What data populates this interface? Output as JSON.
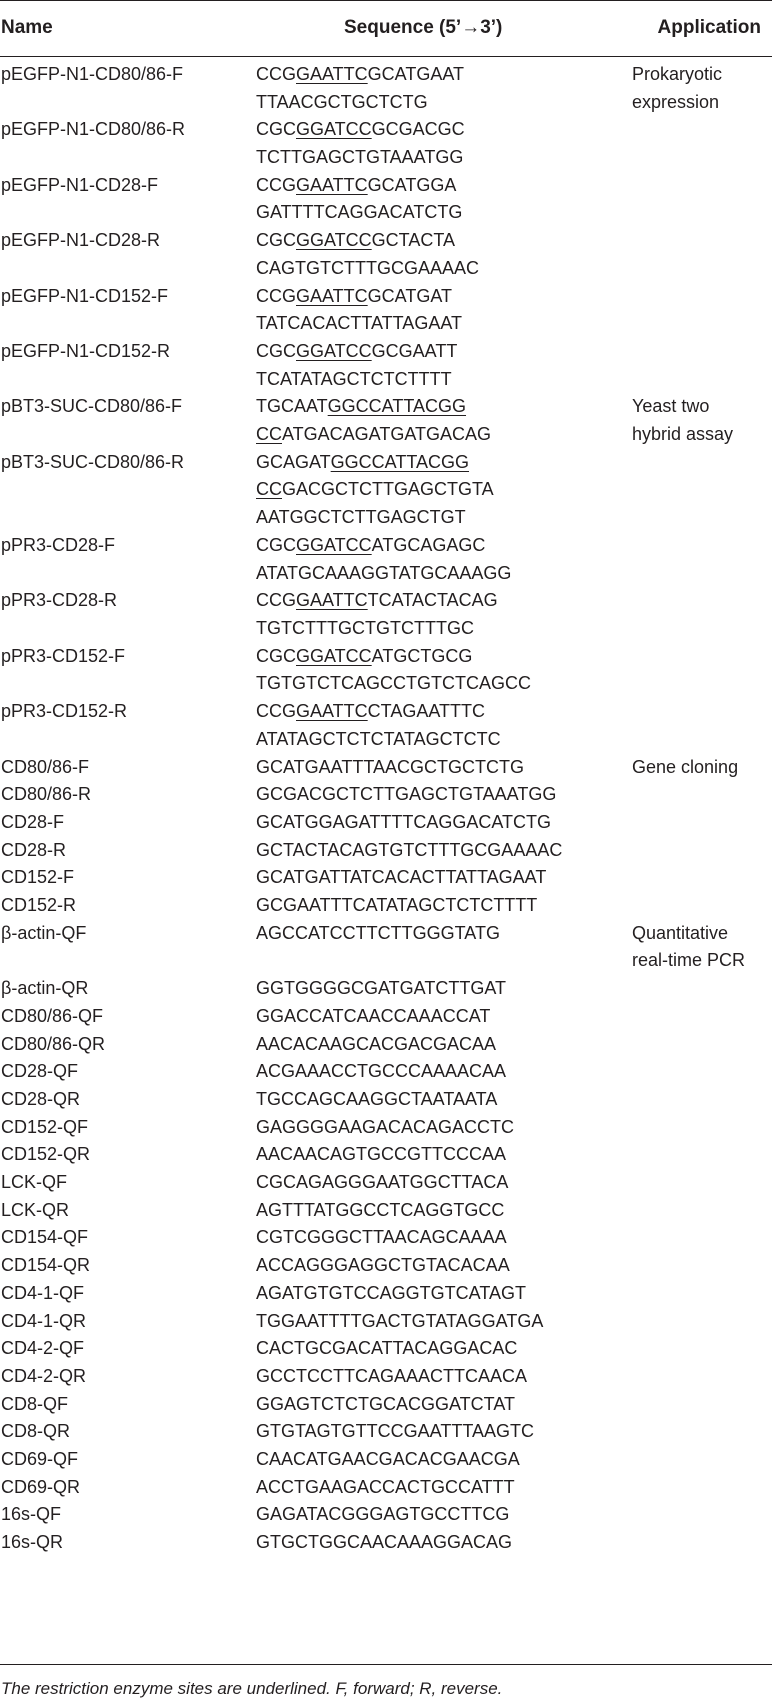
{
  "headers": {
    "name": "Name",
    "sequence": "Sequence (5’→3’)",
    "application": "Application"
  },
  "rows": [
    {
      "name": "pEGFP-N1-CD80/86-F",
      "seq": [
        [
          [
            "CCG",
            0
          ],
          [
            "GAATTC",
            1
          ],
          [
            "GCATGAAT",
            0
          ]
        ],
        [
          [
            "TTAACGCTGCTCTG",
            0
          ]
        ]
      ],
      "app": [
        "Prokaryotic",
        "expression"
      ]
    },
    {
      "name": "pEGFP-N1-CD80/86-R",
      "seq": [
        [
          [
            "CGC",
            0
          ],
          [
            "GGATCC",
            1
          ],
          [
            "GCGACGC",
            0
          ]
        ],
        [
          [
            "TCTTGAGCTGTAAATGG",
            0
          ]
        ]
      ]
    },
    {
      "name": "pEGFP-N1-CD28-F",
      "seq": [
        [
          [
            "CCG",
            0
          ],
          [
            "GAATTC",
            1
          ],
          [
            "GCATGGA",
            0
          ]
        ],
        [
          [
            "GATTTTCAGGACATCTG",
            0
          ]
        ]
      ]
    },
    {
      "name": "pEGFP-N1-CD28-R",
      "seq": [
        [
          [
            "CGC",
            0
          ],
          [
            "GGATCC",
            1
          ],
          [
            "GCTACTA",
            0
          ]
        ],
        [
          [
            "CAGTGTCTTTGCGAAAAC",
            0
          ]
        ]
      ]
    },
    {
      "name": "pEGFP-N1-CD152-F",
      "seq": [
        [
          [
            "CCG",
            0
          ],
          [
            "GAATTC",
            1
          ],
          [
            "GCATGAT",
            0
          ]
        ],
        [
          [
            "TATCACACTTATTAGAAT",
            0
          ]
        ]
      ]
    },
    {
      "name": "pEGFP-N1-CD152-R",
      "seq": [
        [
          [
            "CGC",
            0
          ],
          [
            "GGATCC",
            1
          ],
          [
            "GCGAATT",
            0
          ]
        ],
        [
          [
            "TCATATAGCTCTCTTTT",
            0
          ]
        ]
      ]
    },
    {
      "name": "pBT3-SUC-CD80/86-F",
      "seq": [
        [
          [
            "TGCAAT",
            0
          ],
          [
            "GGCCATTACGG",
            1
          ]
        ],
        [
          [
            "CC",
            1
          ],
          [
            "ATGACAGATGATGACAG",
            0
          ]
        ]
      ],
      "app": [
        "Yeast two",
        "hybrid assay"
      ]
    },
    {
      "name": "pBT3-SUC-CD80/86-R",
      "seq": [
        [
          [
            "GCAGAT",
            0
          ],
          [
            "GGCCATTACGG",
            1
          ]
        ],
        [
          [
            "CC",
            1
          ],
          [
            "GACGCTCTTGAGCTGTA",
            0
          ]
        ],
        [
          [
            "AATGGCTCTTGAGCTGT",
            0
          ]
        ]
      ]
    },
    {
      "name": "pPR3-CD28-F",
      "seq": [
        [
          [
            "CGC",
            0
          ],
          [
            "GGATCC",
            1
          ],
          [
            "ATGCAGAGC",
            0
          ]
        ],
        [
          [
            "ATATGCAAAGGTATGCAAAGG",
            0
          ]
        ]
      ]
    },
    {
      "name": "pPR3-CD28-R",
      "seq": [
        [
          [
            "CCG",
            0
          ],
          [
            "GAATTC",
            1
          ],
          [
            "TCATACTACAG",
            0
          ]
        ],
        [
          [
            "TGTCTTTGCTGTCTTTGC",
            0
          ]
        ]
      ]
    },
    {
      "name": "pPR3-CD152-F",
      "seq": [
        [
          [
            "CGC",
            0
          ],
          [
            "GGATCC",
            1
          ],
          [
            "ATGCTGCG",
            0
          ]
        ],
        [
          [
            "TGTGTCTCAGCCTGTCTCAGCC",
            0
          ]
        ]
      ]
    },
    {
      "name": "pPR3-CD152-R",
      "seq": [
        [
          [
            "CCG",
            0
          ],
          [
            "GAATTC",
            1
          ],
          [
            "CTAGAATTTC",
            0
          ]
        ],
        [
          [
            "ATATAGCTCTCTATAGCTCTC",
            0
          ]
        ]
      ]
    },
    {
      "name": "CD80/86-F",
      "seq": [
        [
          [
            "GCATGAATTTAACGCTGCTCTG",
            0
          ]
        ]
      ],
      "app": [
        "Gene cloning"
      ]
    },
    {
      "name": "CD80/86-R",
      "seq": [
        [
          [
            "GCGACGCTCTTGAGCTGTAAATGG",
            0
          ]
        ]
      ]
    },
    {
      "name": "CD28-F",
      "seq": [
        [
          [
            "GCATGGAGATTTTCAGGACATCTG",
            0
          ]
        ]
      ]
    },
    {
      "name": "CD28-R",
      "seq": [
        [
          [
            "GCTACTACAGTGTCTTTGCGAAAAC",
            0
          ]
        ]
      ]
    },
    {
      "name": "CD152-F",
      "seq": [
        [
          [
            "GCATGATTATCACACTTATTAGAAT",
            0
          ]
        ]
      ]
    },
    {
      "name": "CD152-R",
      "seq": [
        [
          [
            "GCGAATTTCATATAGCTCTCTTTT",
            0
          ]
        ]
      ]
    },
    {
      "name": "β-actin-QF",
      "seq": [
        [
          [
            "AGCCATCCTTCTTGGGTATG",
            0
          ]
        ]
      ],
      "app": [
        "Quantitative",
        "real-time PCR"
      ]
    },
    {
      "name": "β-actin-QR",
      "seq": [
        [
          [
            "GGTGGGGCGATGATCTTGAT",
            0
          ]
        ]
      ]
    },
    {
      "name": "CD80/86-QF",
      "seq": [
        [
          [
            "GGACCATCAACCAAACCAT",
            0
          ]
        ]
      ]
    },
    {
      "name": "CD80/86-QR",
      "seq": [
        [
          [
            "AACACAAGCACGACGACAA",
            0
          ]
        ]
      ]
    },
    {
      "name": "CD28-QF",
      "seq": [
        [
          [
            "ACGAAACCTGCCCAAAACAA",
            0
          ]
        ]
      ]
    },
    {
      "name": "CD28-QR",
      "seq": [
        [
          [
            "TGCCAGCAAGGCTAATAATA",
            0
          ]
        ]
      ]
    },
    {
      "name": "CD152-QF",
      "seq": [
        [
          [
            "GAGGGGAAGACACAGACCTC",
            0
          ]
        ]
      ]
    },
    {
      "name": "CD152-QR",
      "seq": [
        [
          [
            "AACAACAGTGCCGTTCCCAA",
            0
          ]
        ]
      ]
    },
    {
      "name": "LCK-QF",
      "seq": [
        [
          [
            "CGCAGAGGGAATGGCTTACA",
            0
          ]
        ]
      ]
    },
    {
      "name": "LCK-QR",
      "seq": [
        [
          [
            "AGTTTATGGCCTCAGGTGCC",
            0
          ]
        ]
      ]
    },
    {
      "name": "CD154-QF",
      "seq": [
        [
          [
            "CGTCGGGCTTAACAGCAAAA",
            0
          ]
        ]
      ]
    },
    {
      "name": "CD154-QR",
      "seq": [
        [
          [
            "ACCAGGGAGGCTGTACACAA",
            0
          ]
        ]
      ]
    },
    {
      "name": "CD4-1-QF",
      "seq": [
        [
          [
            "AGATGTGTCCAGGTGTCATAGT",
            0
          ]
        ]
      ]
    },
    {
      "name": "CD4-1-QR",
      "seq": [
        [
          [
            "TGGAATTTTGACTGTATAGGATGA",
            0
          ]
        ]
      ]
    },
    {
      "name": "CD4-2-QF",
      "seq": [
        [
          [
            "CACTGCGACATTACAGGACAC",
            0
          ]
        ]
      ]
    },
    {
      "name": "CD4-2-QR",
      "seq": [
        [
          [
            "GCCTCCTTCAGAAACTTCAACA",
            0
          ]
        ]
      ]
    },
    {
      "name": "CD8-QF",
      "seq": [
        [
          [
            "GGAGTCTCTGCACGGATCTAT",
            0
          ]
        ]
      ]
    },
    {
      "name": "CD8-QR",
      "seq": [
        [
          [
            "GTGTAGTGTTCCGAATTTAAGTC",
            0
          ]
        ]
      ]
    },
    {
      "name": "CD69-QF",
      "seq": [
        [
          [
            "CAACATGAACGACACGAACGA",
            0
          ]
        ]
      ]
    },
    {
      "name": "CD69-QR",
      "seq": [
        [
          [
            "ACCTGAAGACCACTGCCATTT",
            0
          ]
        ]
      ]
    },
    {
      "name": "16s-QF",
      "seq": [
        [
          [
            "GAGATACGGGAGTGCCTTCG",
            0
          ]
        ]
      ]
    },
    {
      "name": "16s-QR",
      "seq": [
        [
          [
            "GTGCTGGCAACAAAGGACAG",
            0
          ]
        ]
      ]
    }
  ],
  "footnote": "The restriction enzyme sites are underlined. F, forward; R, reverse."
}
